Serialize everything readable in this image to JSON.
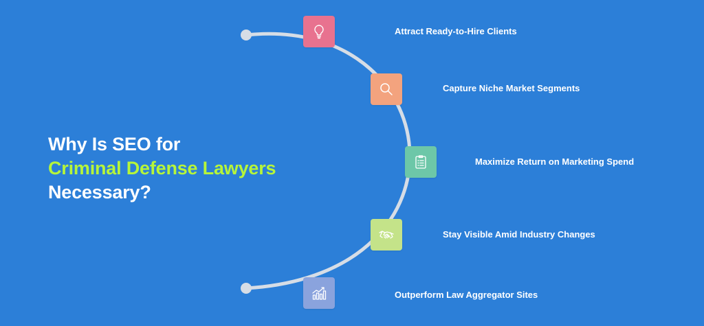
{
  "heading": {
    "line1": "Why Is SEO for",
    "line2": "Criminal Defense Lawyers",
    "line3": "Necessary?"
  },
  "colors": {
    "background": "#2c7fd8",
    "accent_text": "#b6f53a",
    "arc": "#d6dde6"
  },
  "steps": [
    {
      "label": "Attract Ready-to-Hire Clients",
      "icon": "lightbulb-icon",
      "color": "#e8728f"
    },
    {
      "label": "Capture Niche Market Segments",
      "icon": "magnifier-icon",
      "color": "#f3a37e"
    },
    {
      "label": "Maximize Return on Marketing Spend",
      "icon": "checklist-icon",
      "color": "#6dc7a8"
    },
    {
      "label": "Stay Visible Amid Industry Changes",
      "icon": "handshake-icon",
      "color": "#c4e389"
    },
    {
      "label": "Outperform Law Aggregator Sites",
      "icon": "growth-chart-icon",
      "color": "#8aa3dd"
    }
  ]
}
